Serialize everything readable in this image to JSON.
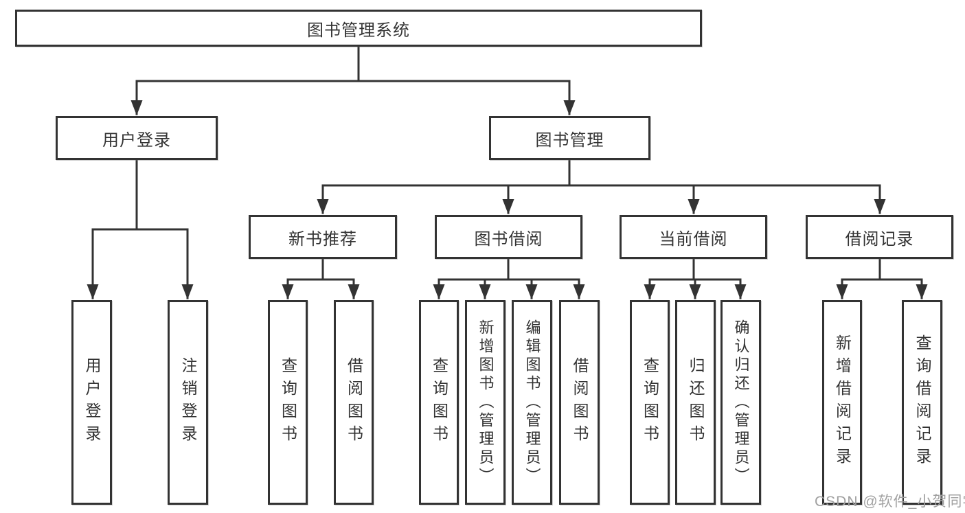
{
  "diagram": {
    "root": "图书管理系统",
    "children": [
      {
        "label": "用户登录",
        "children": [
          "用户登录",
          "注销登录"
        ]
      },
      {
        "label": "图书管理",
        "children": [
          {
            "label": "新书推荐",
            "children": [
              "查询图书",
              "借阅图书"
            ]
          },
          {
            "label": "图书借阅",
            "children": [
              "查询图书",
              "新增图书（管理员）",
              "编辑图书（管理员）",
              "借阅图书"
            ]
          },
          {
            "label": "当前借阅",
            "children": [
              "查询图书",
              "归还图书",
              "确认归还（管理员）"
            ]
          },
          {
            "label": "借阅记录",
            "children": [
              "新增借阅记录",
              "查询借阅记录"
            ]
          }
        ]
      }
    ]
  },
  "watermark": {
    "text": "CSDN @软件_小贺同学"
  },
  "colors": {
    "line": "#333333",
    "box_border": "#333333",
    "text": "#333333",
    "background": "#ffffff",
    "watermark": "#a0a0a0"
  }
}
